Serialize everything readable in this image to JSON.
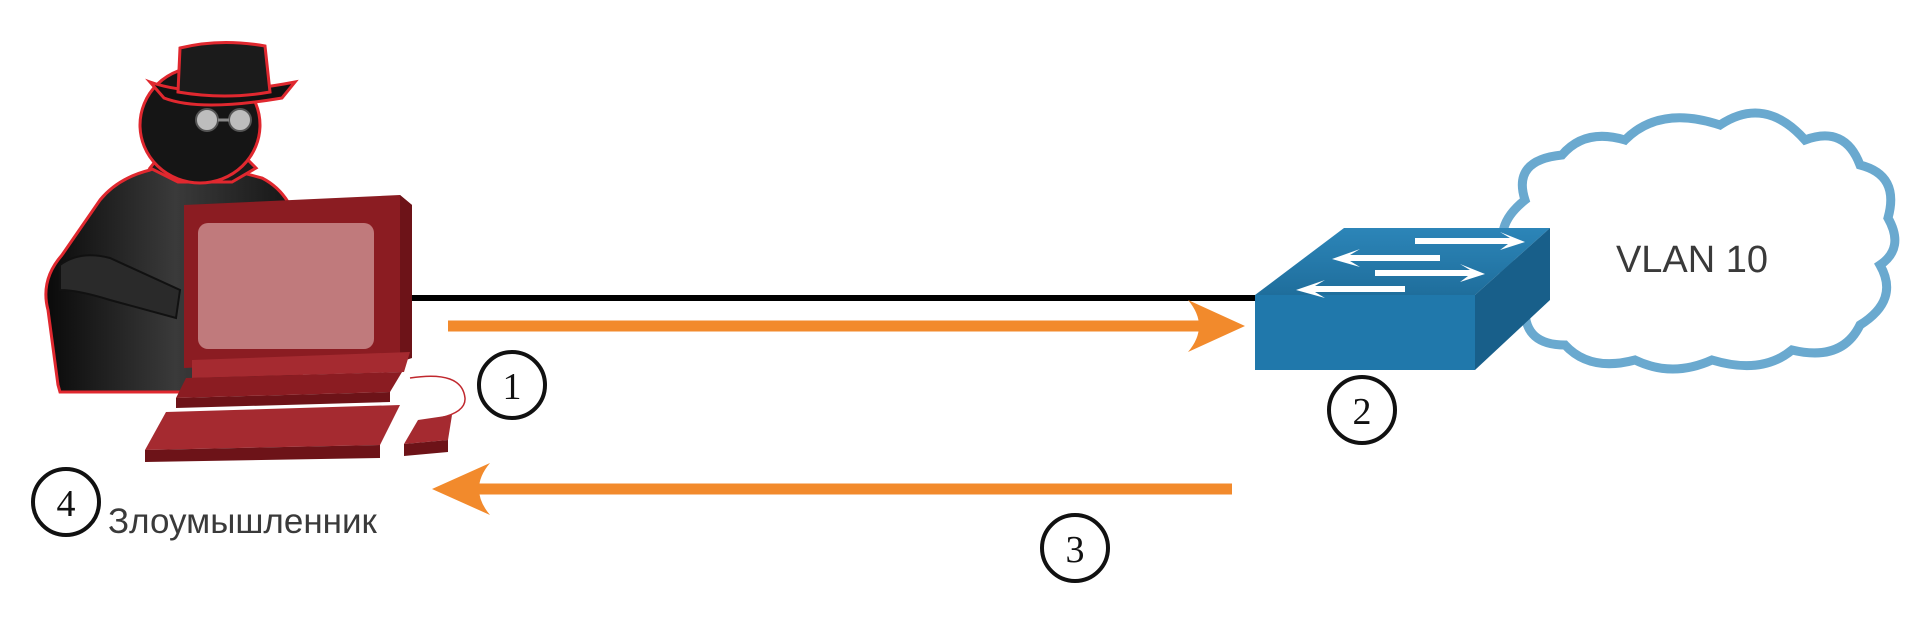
{
  "attacker": {
    "label": "Злоумышленник"
  },
  "cloud": {
    "label": "VLAN 10"
  },
  "steps": [
    "1",
    "2",
    "3",
    "4"
  ],
  "colors": {
    "arrow": "#f28a2c",
    "link": "#000000",
    "switch": "#2274a5",
    "cloud_stroke": "#6aa9cf",
    "computer": "#8b1c22",
    "screen": "#c07a7c",
    "attacker_outline": "#e0282f"
  },
  "icons": [
    "attacker-icon",
    "computer-icon",
    "switch-icon",
    "cloud-icon"
  ]
}
